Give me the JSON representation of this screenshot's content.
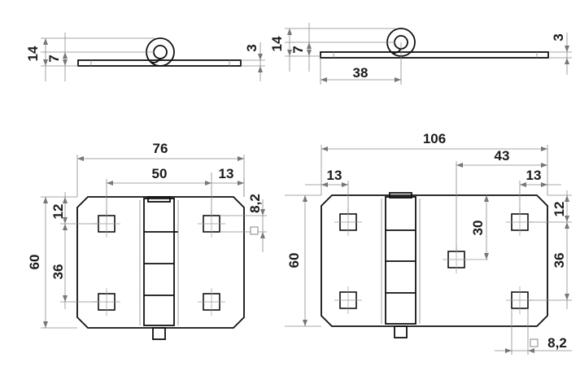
{
  "top_left": {
    "dims": [
      "14",
      "7",
      "3"
    ]
  },
  "top_right": {
    "dims": [
      "14",
      "7",
      "3",
      "38"
    ]
  },
  "hinge_small": {
    "dims": {
      "width": "76",
      "hole_spacing_x": "50",
      "edge_x": "13",
      "hole_size": "8,2",
      "edge_y": "12",
      "hole_spacing_y": "36",
      "height": "60"
    }
  },
  "hinge_large": {
    "dims": {
      "width": "106",
      "center_offset": "43",
      "edge_x_left": "13",
      "edge_x_right": "13",
      "edge_y": "12",
      "center_y": "30",
      "hole_spacing_y": "36",
      "height": "60",
      "hole_size": "8,2"
    }
  }
}
